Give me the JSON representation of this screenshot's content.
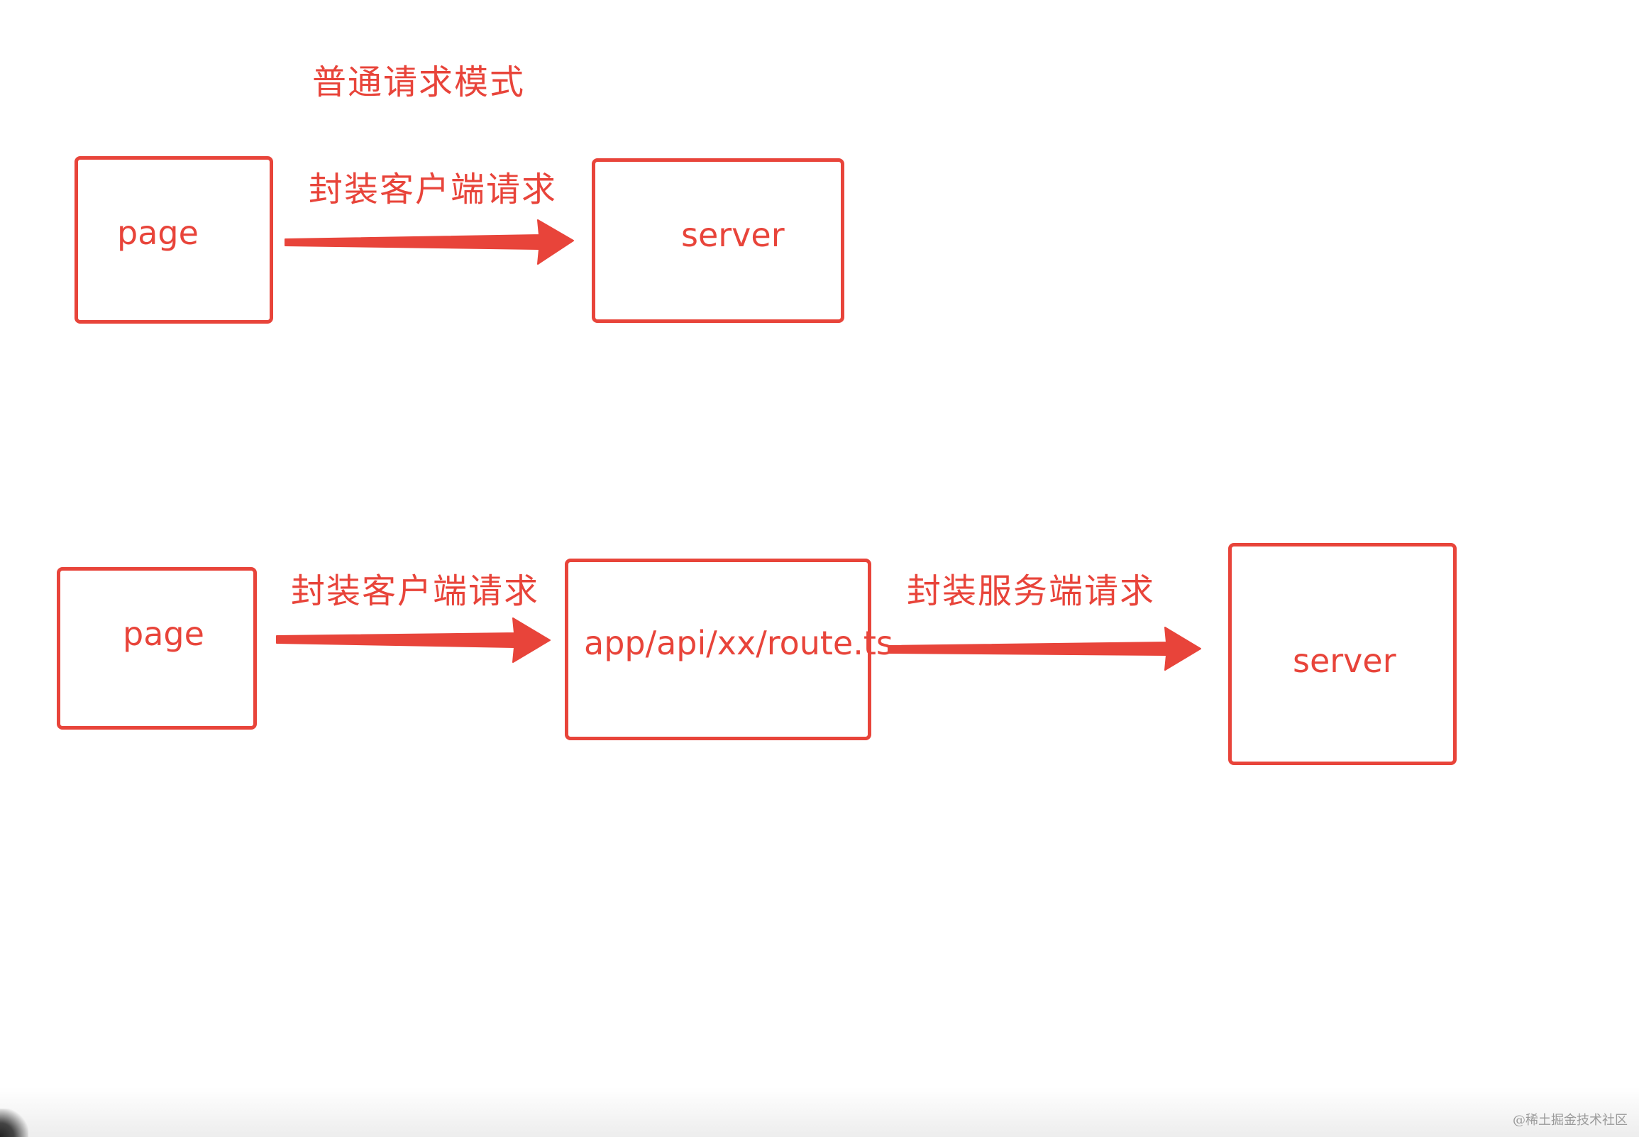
{
  "diagram": {
    "colors": {
      "stroke": "#e8443a",
      "background": "#ffffff"
    },
    "section_title": "普通请求模式",
    "flow_one": {
      "source": "page",
      "edge_label": "封装客户端请求",
      "target": "server"
    },
    "flow_two": {
      "source": "page",
      "edge_one_label": "封装客户端请求",
      "middle": "app/api/xx/route.ts",
      "edge_two_label": "封装服务端请求",
      "target": "server"
    },
    "watermark": "@稀土掘金技术社区"
  }
}
